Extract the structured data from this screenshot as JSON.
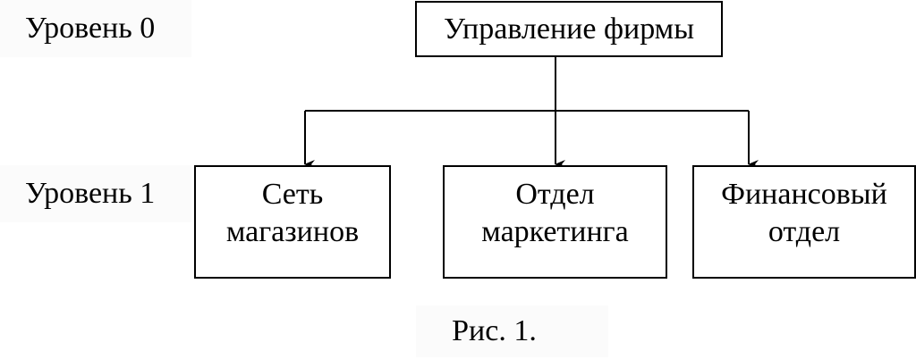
{
  "levels": {
    "level0": "Уровень 0",
    "level1": "Уровень 1"
  },
  "nodes": {
    "root": "Управление фирмы",
    "stores": [
      "Сеть",
      "магазинов"
    ],
    "marketing": [
      "Отдел",
      "маркетинга"
    ],
    "finance": [
      "Финансовый",
      "отдел"
    ]
  },
  "caption": "Рис. 1.",
  "edges": [
    {
      "from": "root",
      "to": "stores"
    },
    {
      "from": "root",
      "to": "marketing"
    },
    {
      "from": "root",
      "to": "finance"
    }
  ]
}
